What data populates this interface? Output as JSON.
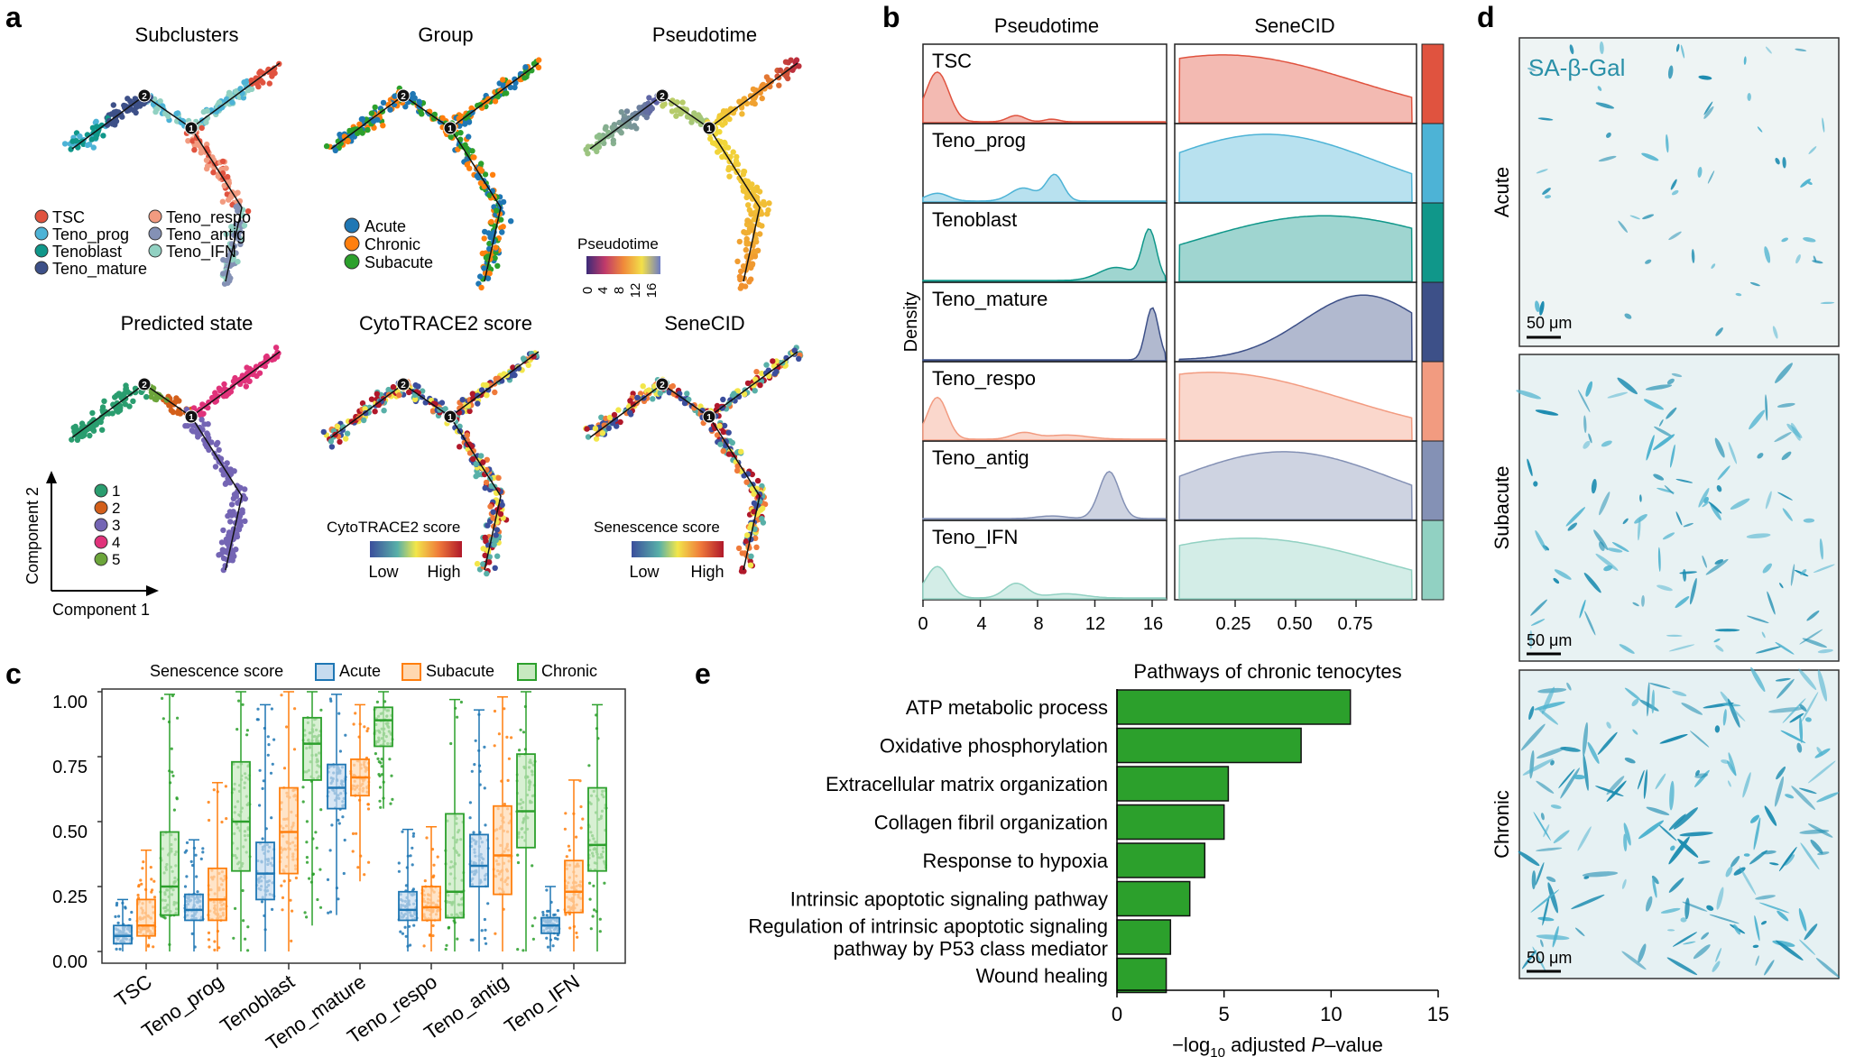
{
  "panel_a": {
    "letter": "a",
    "titles": [
      "Subclusters",
      "Group",
      "Pseudotime",
      "Predicted state",
      "CytoTRACE2 score",
      "SeneCID"
    ],
    "subcluster_legend": [
      {
        "name": "TSC",
        "color": "#e0533f"
      },
      {
        "name": "Teno_prog",
        "color": "#4db3d6"
      },
      {
        "name": "Tenoblast",
        "color": "#10978a"
      },
      {
        "name": "Teno_mature",
        "color": "#3d5088"
      },
      {
        "name": "Teno_respo",
        "color": "#f29b80"
      },
      {
        "name": "Teno_antig",
        "color": "#8491b5"
      },
      {
        "name": "Teno_IFN",
        "color": "#91d1c2"
      }
    ],
    "group_legend": [
      {
        "name": "Acute",
        "color": "#1f77b4"
      },
      {
        "name": "Chronic",
        "color": "#ff7f0e"
      },
      {
        "name": "Subacute",
        "color": "#2ca02c"
      }
    ],
    "pseudotime_legend": {
      "title": "Pseudotime",
      "ticks": [
        "0",
        "4",
        "8",
        "12",
        "16"
      ]
    },
    "state_legend": [
      {
        "name": "1",
        "color": "#2a9d6f"
      },
      {
        "name": "2",
        "color": "#d35f1a"
      },
      {
        "name": "3",
        "color": "#7465b4"
      },
      {
        "name": "4",
        "color": "#e0327a"
      },
      {
        "name": "5",
        "color": "#6ca53a"
      }
    ],
    "cytotrace_legend": {
      "title": "CytoTRACE2 score",
      "low": "Low",
      "high": "High"
    },
    "senescence_legend": {
      "title": "Senescence score",
      "low": "Low",
      "high": "High"
    },
    "axis_x": "Component 1",
    "axis_y": "Component 2",
    "nodes": [
      "1",
      "2"
    ]
  },
  "panel_b": {
    "letter": "b",
    "col1_title": "Pseudotime",
    "col2_title": "SeneCID",
    "ylabel": "Density",
    "rows": [
      {
        "name": "TSC",
        "color": "#e0533f"
      },
      {
        "name": "Teno_prog",
        "color": "#4db3d6"
      },
      {
        "name": "Tenoblast",
        "color": "#10978a"
      },
      {
        "name": "Teno_mature",
        "color": "#3d5088"
      },
      {
        "name": "Teno_respo",
        "color": "#f29b80"
      },
      {
        "name": "Teno_antig",
        "color": "#8491b5"
      },
      {
        "name": "Teno_IFN",
        "color": "#91d1c2"
      }
    ],
    "x1_ticks": [
      "0",
      "4",
      "8",
      "12",
      "16"
    ],
    "x2_ticks": [
      "0.25",
      "0.50",
      "0.75"
    ]
  },
  "panel_c": {
    "letter": "c",
    "legend_title": "Senescence score",
    "groups": [
      {
        "name": "Acute",
        "color": "#1f77b4"
      },
      {
        "name": "Subacute",
        "color": "#ff7f0e"
      },
      {
        "name": "Chronic",
        "color": "#2ca02c"
      }
    ],
    "y_ticks": [
      "0.00",
      "0.25",
      "0.50",
      "0.75",
      "1.00"
    ]
  },
  "panel_d": {
    "letter": "d",
    "stain": "SA-β-Gal",
    "rows": [
      "Acute",
      "Subacute",
      "Chronic"
    ],
    "scale": "50 μm"
  },
  "panel_e": {
    "letter": "e",
    "x_ticks": [
      "0",
      "5",
      "10",
      "15"
    ],
    "xlabel_pre": "−log",
    "xlabel_sub": "10",
    "xlabel_mid": " adjusted ",
    "xlabel_italic": "P",
    "xlabel_post": "–value"
  },
  "chart_data": [
    {
      "type": "bar",
      "title": "Pathways of chronic tenocytes",
      "orientation": "horizontal",
      "categories": [
        "ATP metabolic process",
        "Oxidative phosphorylation",
        "Extracellular matrix organization",
        "Collagen fibril organization",
        "Response to hypoxia",
        "Intrinsic apoptotic signaling pathway",
        "Regulation of intrinsic apoptotic signaling pathway by P53 class mediator",
        "Wound healing"
      ],
      "category_lines": [
        [
          "ATP metabolic process"
        ],
        [
          "Oxidative phosphorylation"
        ],
        [
          "Extracellular matrix organization"
        ],
        [
          "Collagen fibril organization"
        ],
        [
          "Response to hypoxia"
        ],
        [
          "Intrinsic apoptotic signaling pathway"
        ],
        [
          "Regulation of intrinsic apoptotic signaling",
          "pathway by P53 class mediator"
        ],
        [
          "Wound healing"
        ]
      ],
      "values": [
        10.9,
        8.6,
        5.2,
        5.0,
        4.1,
        3.4,
        2.5,
        2.3
      ],
      "color": "#2ca02c",
      "xlim": [
        0,
        15
      ]
    },
    {
      "type": "box",
      "categories": [
        "TSC",
        "Teno_prog",
        "Tenoblast",
        "Teno_mature",
        "Teno_respo",
        "Teno_antig",
        "Teno_IFN"
      ],
      "ylim": [
        0,
        1
      ],
      "series": [
        {
          "name": "Acute",
          "boxes": [
            [
              0.0,
              0.03,
              0.06,
              0.1,
              0.2
            ],
            [
              0.0,
              0.12,
              0.16,
              0.22,
              0.43
            ],
            [
              0.0,
              0.2,
              0.3,
              0.42,
              0.95
            ],
            [
              0.14,
              0.55,
              0.63,
              0.72,
              0.99
            ],
            [
              0.0,
              0.12,
              0.16,
              0.23,
              0.47
            ],
            [
              0.0,
              0.25,
              0.33,
              0.45,
              0.93
            ],
            [
              0.0,
              0.07,
              0.1,
              0.13,
              0.25
            ]
          ]
        },
        {
          "name": "Subacute",
          "boxes": [
            [
              0.0,
              0.06,
              0.1,
              0.2,
              0.39
            ],
            [
              0.0,
              0.12,
              0.2,
              0.32,
              0.65
            ],
            [
              0.0,
              0.3,
              0.46,
              0.63,
              1.0
            ],
            [
              0.27,
              0.6,
              0.67,
              0.74,
              0.95
            ],
            [
              0.0,
              0.12,
              0.17,
              0.25,
              0.48
            ],
            [
              0.0,
              0.22,
              0.37,
              0.56,
              0.98
            ],
            [
              0.0,
              0.15,
              0.23,
              0.35,
              0.66
            ]
          ]
        },
        {
          "name": "Chronic",
          "boxes": [
            [
              0.0,
              0.14,
              0.25,
              0.46,
              0.99
            ],
            [
              0.0,
              0.31,
              0.5,
              0.73,
              1.0
            ],
            [
              0.1,
              0.66,
              0.8,
              0.9,
              1.0
            ],
            [
              0.55,
              0.79,
              0.89,
              0.94,
              1.0
            ],
            [
              0.0,
              0.13,
              0.23,
              0.53,
              0.97
            ],
            [
              0.0,
              0.4,
              0.54,
              0.76,
              1.0
            ],
            [
              0.0,
              0.31,
              0.41,
              0.63,
              0.95
            ]
          ]
        }
      ]
    }
  ]
}
